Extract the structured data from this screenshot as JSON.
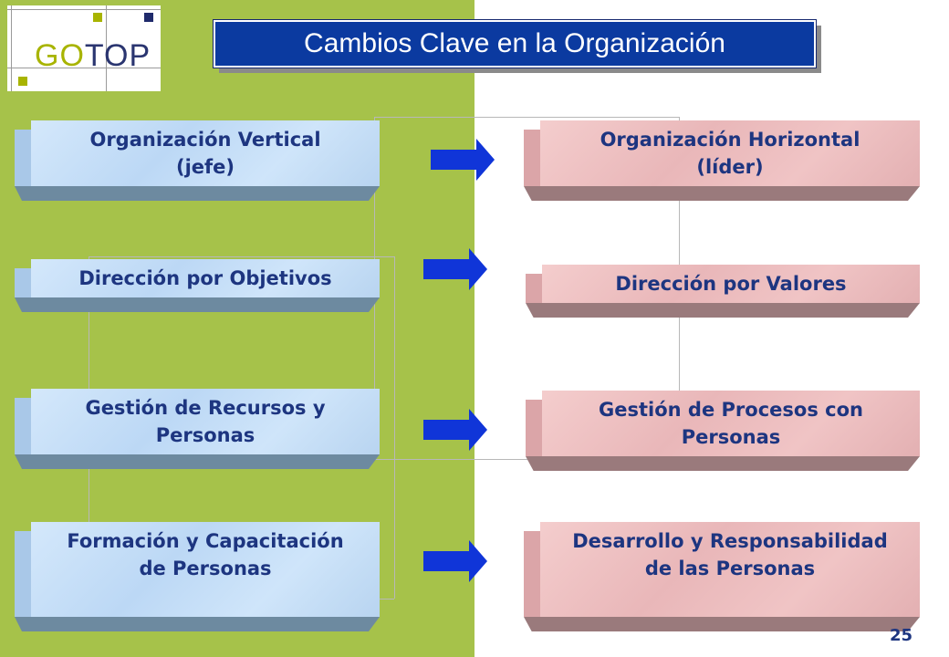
{
  "logo": {
    "text_go": "GO",
    "text_top": "TOP"
  },
  "title": "Cambios Clave en la Organización",
  "left_items": [
    {
      "line1": "Organización Vertical",
      "line2": "(jefe)"
    },
    {
      "line1": "Dirección por Objetivos",
      "line2": ""
    },
    {
      "line1": "Gestión de Recursos y",
      "line2": "Personas"
    },
    {
      "line1": "Formación y Capacitación",
      "line2": "de Personas"
    }
  ],
  "right_items": [
    {
      "line1": "Organización Horizontal",
      "line2": "(líder)"
    },
    {
      "line1": "Dirección por Valores",
      "line2": ""
    },
    {
      "line1": "Gestión de Procesos con",
      "line2": "Personas"
    },
    {
      "line1": "Desarrollo y Responsabilidad",
      "line2": "de las Personas"
    }
  ],
  "page_number": "25",
  "colors": {
    "green_panel": "#a6c24a",
    "title_bar": "#0b3aa0",
    "arrow": "#1035d8",
    "text": "#1d3580",
    "left_box": "#c8e0f8",
    "right_box": "#ebbcbe"
  },
  "icons": {
    "arrow": "right-arrow-icon"
  }
}
